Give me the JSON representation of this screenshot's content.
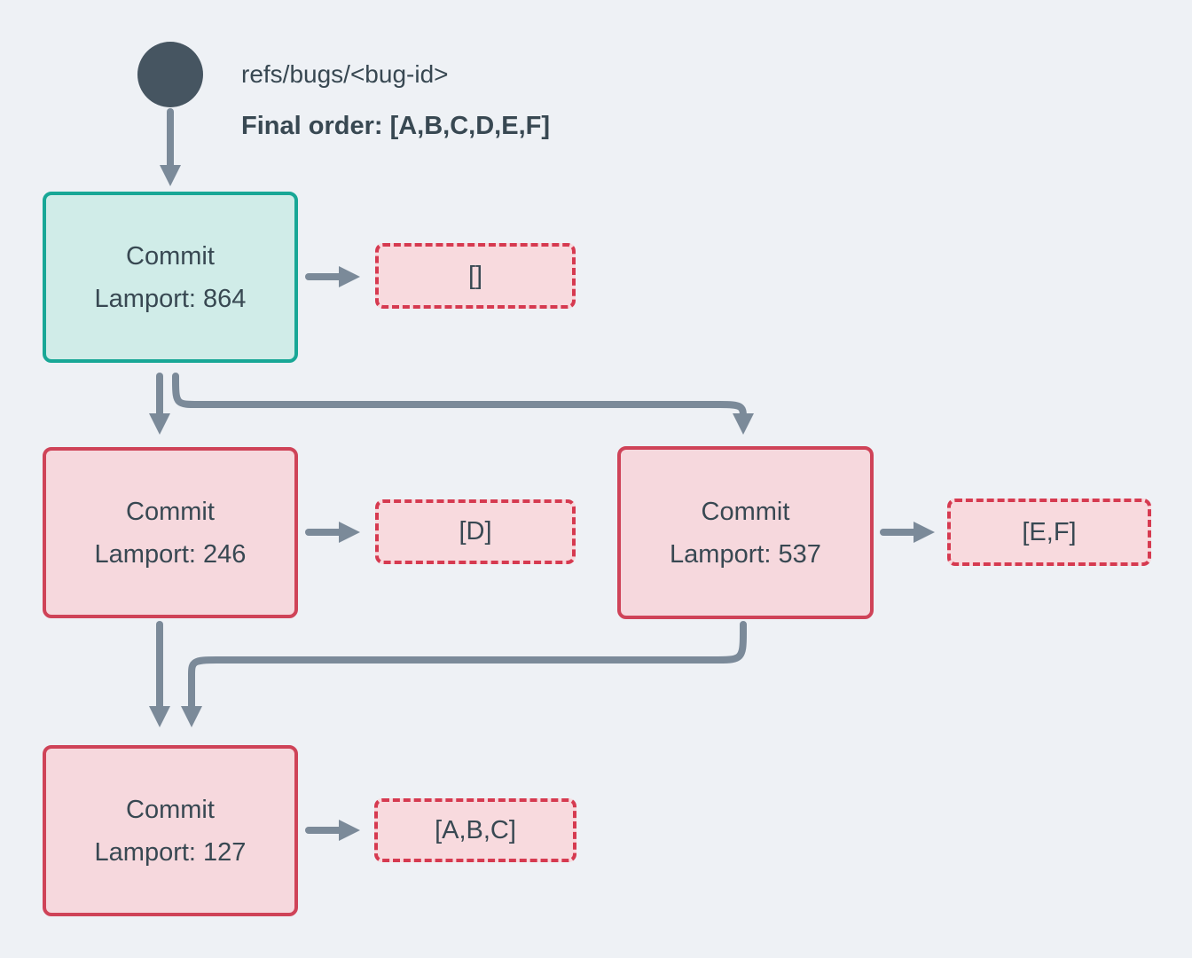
{
  "header": {
    "ref_label": "refs/bugs/<bug-id>",
    "final_order_label": "Final order: [A,B,C,D,E,F]"
  },
  "nodes": [
    {
      "id": "node-864",
      "line1": "Commit",
      "line2": "Lamport: 864",
      "variant": "teal"
    },
    {
      "id": "node-246",
      "line1": "Commit",
      "line2": "Lamport: 246",
      "variant": "red"
    },
    {
      "id": "node-537",
      "line1": "Commit",
      "line2": "Lamport: 537",
      "variant": "red"
    },
    {
      "id": "node-127",
      "line1": "Commit",
      "line2": "Lamport: 127",
      "variant": "red"
    }
  ],
  "payloads": [
    {
      "id": "payload-empty",
      "label": "[]"
    },
    {
      "id": "payload-d",
      "label": "[D]"
    },
    {
      "id": "payload-ef",
      "label": "[E,F]"
    },
    {
      "id": "payload-abc",
      "label": "[A,B,C]"
    }
  ],
  "colors": {
    "background": "#eef1f5",
    "arrow": "#7b8a99",
    "ref_circle": "#465561",
    "teal_border": "#18a796",
    "teal_fill": "#d0ece8",
    "red_border": "#cf4358",
    "dashed_border": "#d63a50",
    "pink_fill": "#f6d8dd",
    "text": "#384852"
  }
}
